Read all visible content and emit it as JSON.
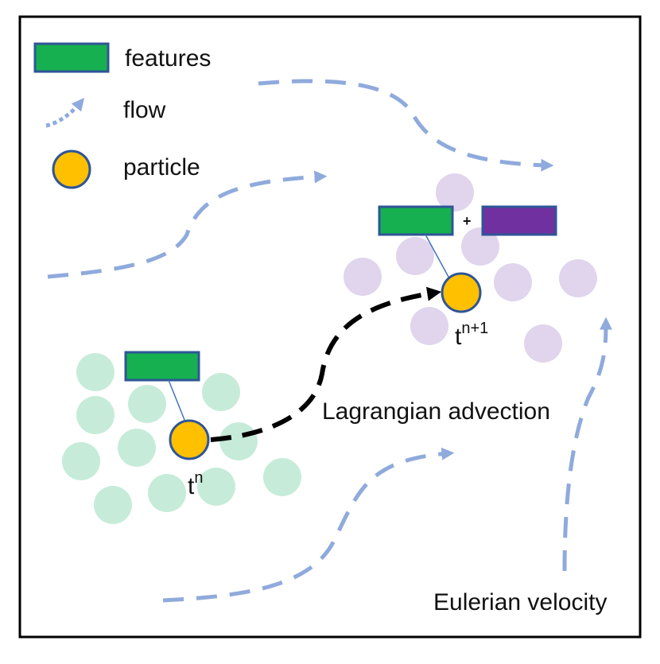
{
  "legend": {
    "features_label": "features",
    "flow_label": "flow",
    "particle_label": "particle"
  },
  "labels": {
    "time_base": "t",
    "time_n_sup": "n",
    "time_n1_sup": "n+1",
    "plus_sign": "+",
    "advection": "Lagrangian advection",
    "eulerian": "Eulerian velocity"
  },
  "colors": {
    "feature_green": "#16b050",
    "feature_purple": "#7030a0",
    "feature_border": "#2f5597",
    "particle_fill": "#ffc000",
    "particle_border": "#2f5597",
    "flow_blue": "#8faadc",
    "green_cloud": "#c6ecd9",
    "purple_cloud": "#e0d5ec",
    "advection_path": "#000000",
    "frame": "#000000"
  }
}
